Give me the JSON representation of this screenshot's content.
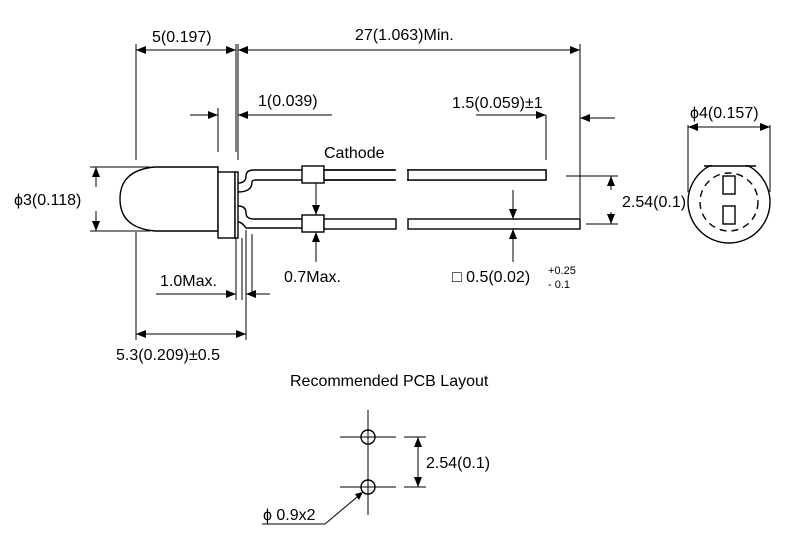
{
  "dimensions": {
    "body_length": "5(0.197)",
    "lead_length": "27(1.063)Min.",
    "flange_thickness": "1(0.039)",
    "lead_gap": "1.5(0.059)±1",
    "lens_diameter": "ϕ3(0.118)",
    "cathode": "Cathode",
    "flange_max": "1.0Max.",
    "kink_max": "0.7Max.",
    "overall_length": "5.3(0.209)±0.5",
    "lead_section": "□ 0.5(0.02)",
    "lead_section_tol_plus": "+0.25",
    "lead_section_tol_minus": "- 0.1",
    "lead_spacing": "2.54(0.1)",
    "flange_diameter": "ϕ4(0.157)"
  },
  "pcb": {
    "title": "Recommended PCB Layout",
    "pitch": "2.54(0.1)",
    "hole": "ϕ 0.9x2"
  }
}
